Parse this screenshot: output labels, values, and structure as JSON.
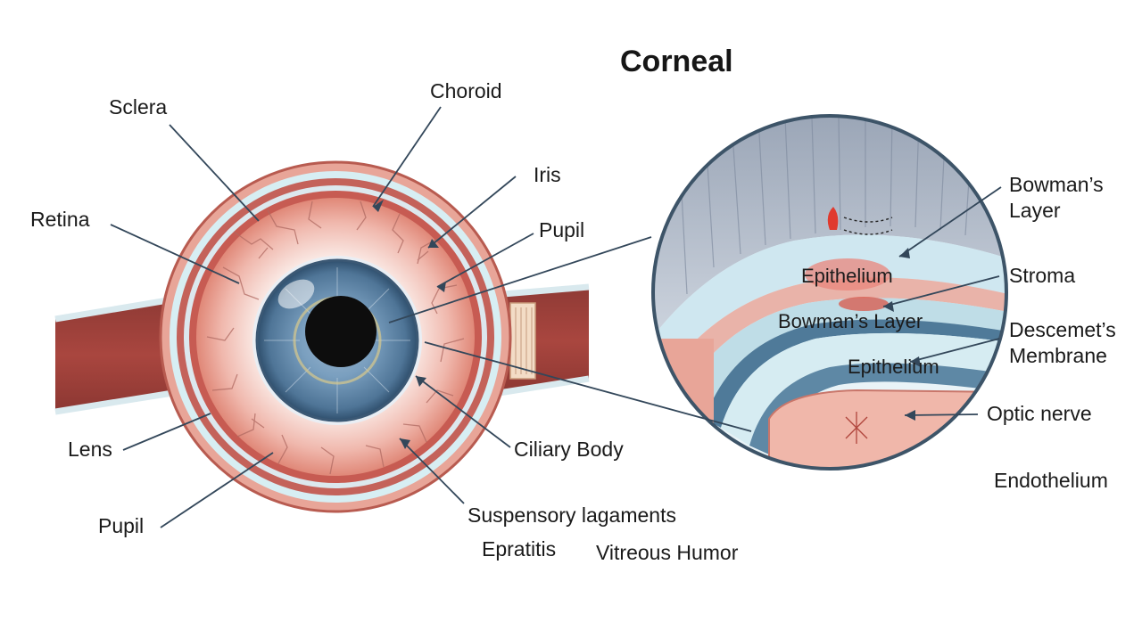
{
  "diagram": {
    "title": "Corneal",
    "eye_labels": {
      "sclera": "Sclera",
      "choroid": "Choroid",
      "iris": "Iris",
      "retina": "Retina",
      "pupil_top": "Pupil",
      "lens": "Lens",
      "pupil_bottom": "Pupil",
      "ciliary_body": "Ciliary Body",
      "suspensory": "Suspensory lagaments",
      "epratitis": "Epratitis",
      "vitreous": "Vitreous Humor"
    },
    "cornea_inner_labels": {
      "epithelium_1": "Epithelium",
      "bowmans_inner": "Bowman’s Layer",
      "epithelium_2": "Epithelium"
    },
    "cornea_outer_labels": {
      "bowmans_line1": "Bowman’s",
      "bowmans_line2": "Layer",
      "stroma": "Stroma",
      "descemets_line1": "Descemet’s",
      "descemets_line2": "Membrane",
      "optic_nerve": "Optic nerve",
      "endothelium": "Endothelium"
    },
    "colors": {
      "sclera_red": "#c9534b",
      "iris_blue": "#5f86a8",
      "pupil_black": "#0d0d0d",
      "nerve_maroon": "#a3443e",
      "lens_light_blue": "#bfe0e8",
      "outline_navy": "#33475a"
    }
  }
}
